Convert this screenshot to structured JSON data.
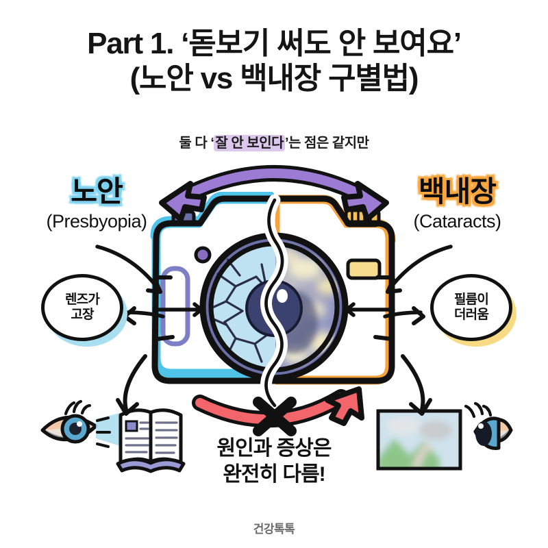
{
  "title": {
    "line1": "Part 1. ‘돋보기 써도 안 보여요’",
    "line2": "(노안 vs 백내장 구별법)"
  },
  "subtitle": {
    "before": "둘 다 ‘",
    "highlight": "잘 안 보인다",
    "after": "’는 점은 같지만",
    "highlight_color": "#DCC8EC"
  },
  "left": {
    "label_ko": "노안",
    "label_en": "(Presbyopia)",
    "bubble_line1": "렌즈가",
    "bubble_line2": "고장",
    "accent_color": "#4FC3E8",
    "glow_color": "#7FD2EF",
    "bubble_shadow_color": "#A9DEF0"
  },
  "right": {
    "label_ko": "백내장",
    "label_en": "(Cataracts)",
    "bubble_line1": "필름이",
    "bubble_line2": "더러움",
    "accent_color": "#F5A33C",
    "glow_color": "#F6A63D",
    "bubble_shadow_color": "#F6DA84"
  },
  "bottom_message": {
    "line1": "원인과 증상은",
    "line2": "완전히 다름!",
    "underline_color": "#F07C87"
  },
  "footer": {
    "brand": "건강톡톡"
  },
  "graphics": {
    "top_arc_arrow_color": "#9B7BD4",
    "bottom_arc_arrow_color": "#F2656B",
    "x_mark_color": "#111111",
    "camera_left_body_color": "#4FC3E8",
    "camera_right_body_color": "#F5A33C",
    "lens_ring_color": "#6B6FA8",
    "lens_left_fill": "#BFE2F2",
    "lens_right_fill": "#8E93C0",
    "pupil_color": "#3C4270",
    "book_cover_color": "#9A9BD4",
    "eye_iris_color": "#5AA8CE",
    "photo_sky_color": "#CFE2EC",
    "photo_hill_color": "#8EC68A"
  }
}
